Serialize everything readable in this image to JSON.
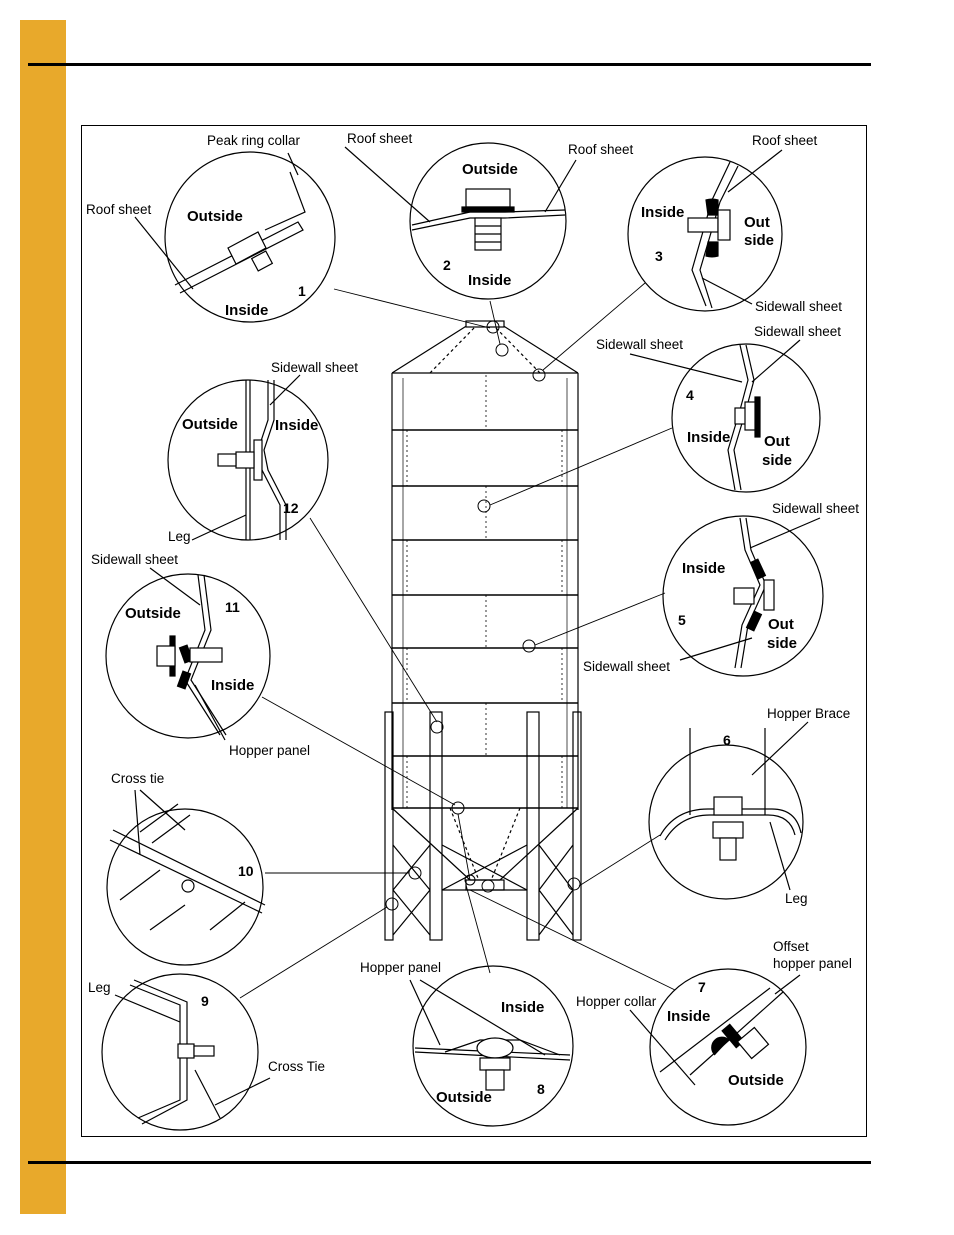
{
  "accent_color": "#e8a92b",
  "callouts": {
    "c1": {
      "number": "1",
      "outside": "Outside",
      "inside": "Inside",
      "label_a": "Roof sheet",
      "label_b": "Peak ring collar"
    },
    "c2": {
      "number": "2",
      "outside": "Outside",
      "inside": "Inside",
      "label_a": "Roof sheet",
      "label_b": "Roof sheet"
    },
    "c3": {
      "number": "3",
      "inside": "Inside",
      "outside_1": "Out",
      "outside_2": "side",
      "label_a": "Roof sheet",
      "label_b": "Sidewall sheet"
    },
    "c4": {
      "number": "4",
      "inside": "Inside",
      "outside_1": "Out",
      "outside_2": "side",
      "label_a": "Sidewall sheet",
      "label_b": "Sidewall sheet"
    },
    "c5": {
      "number": "5",
      "inside": "Inside",
      "outside_1": "Out",
      "outside_2": "side",
      "label_a": "Sidewall sheet",
      "label_b": "Sidewall sheet"
    },
    "c6": {
      "number": "6",
      "label_a": "Hopper Brace",
      "label_b": "Leg"
    },
    "c7": {
      "number": "7",
      "inside": "Inside",
      "outside": "Outside",
      "label_a": "Offset",
      "label_b": "hopper panel",
      "label_c": "Hopper collar"
    },
    "c8": {
      "number": "8",
      "inside": "Inside",
      "outside": "Outside",
      "label_a": "Hopper panel"
    },
    "c9": {
      "number": "9",
      "label_a": "Leg",
      "label_b": "Cross Tie"
    },
    "c10": {
      "number": "10",
      "label_a": "Cross tie"
    },
    "c11": {
      "number": "11",
      "outside": "Outside",
      "inside": "Inside",
      "label_a": "Sidewall sheet",
      "label_b": "Hopper panel"
    },
    "c12": {
      "number": "12",
      "outside": "Outside",
      "inside": "Inside",
      "label_a": "Sidewall sheet",
      "label_b": "Leg"
    }
  }
}
